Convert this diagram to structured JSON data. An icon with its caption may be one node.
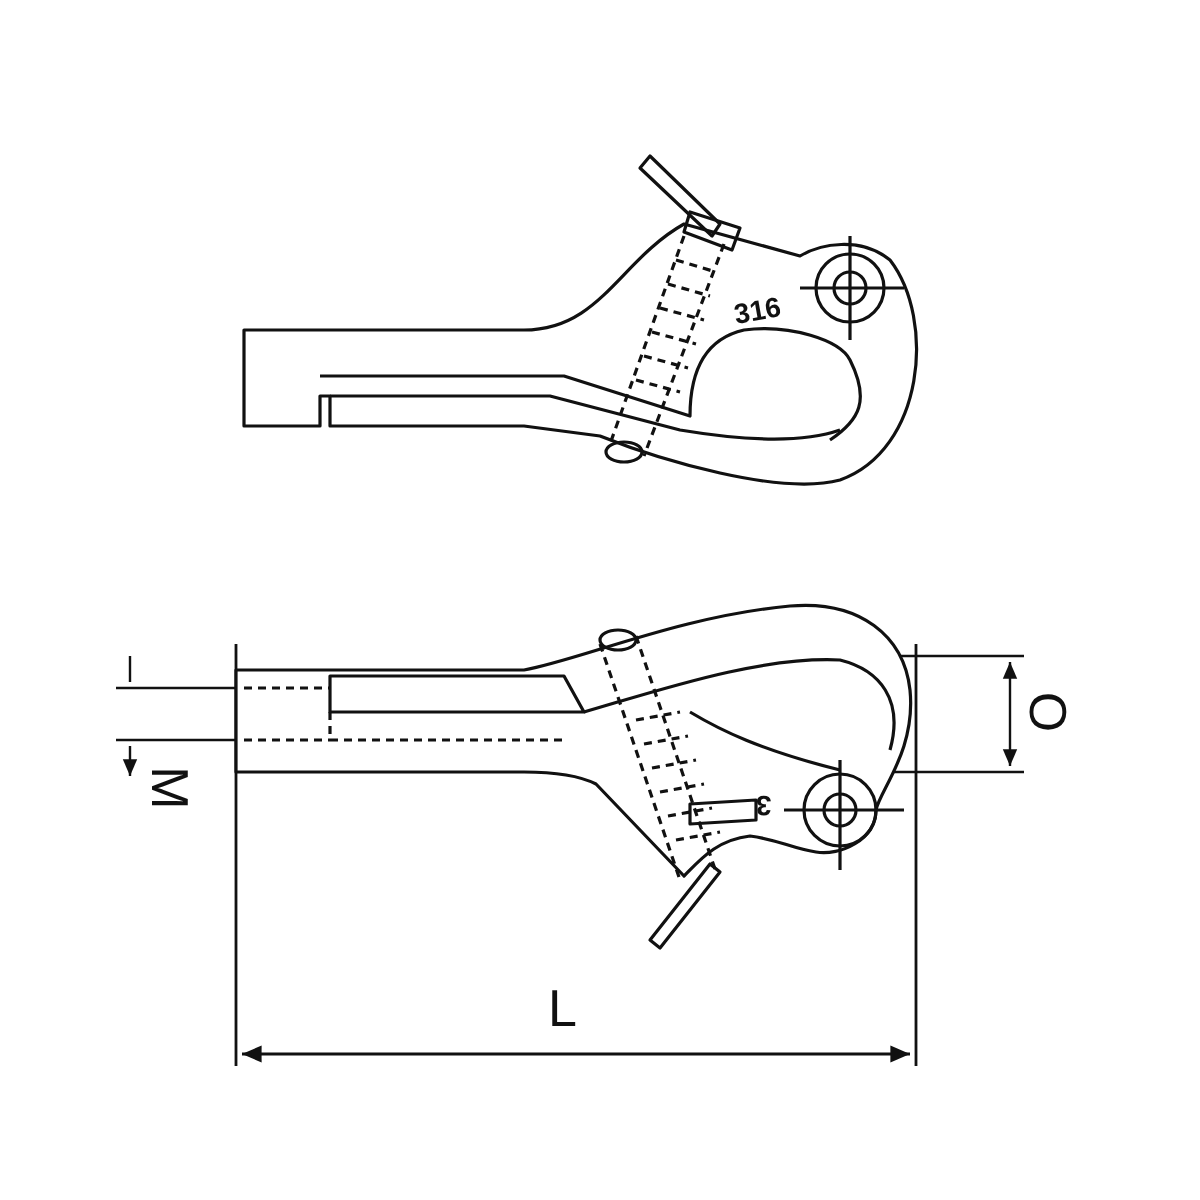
{
  "diagram": {
    "labels": [
      "316",
      "3",
      "O",
      "M",
      "L"
    ]
  }
}
